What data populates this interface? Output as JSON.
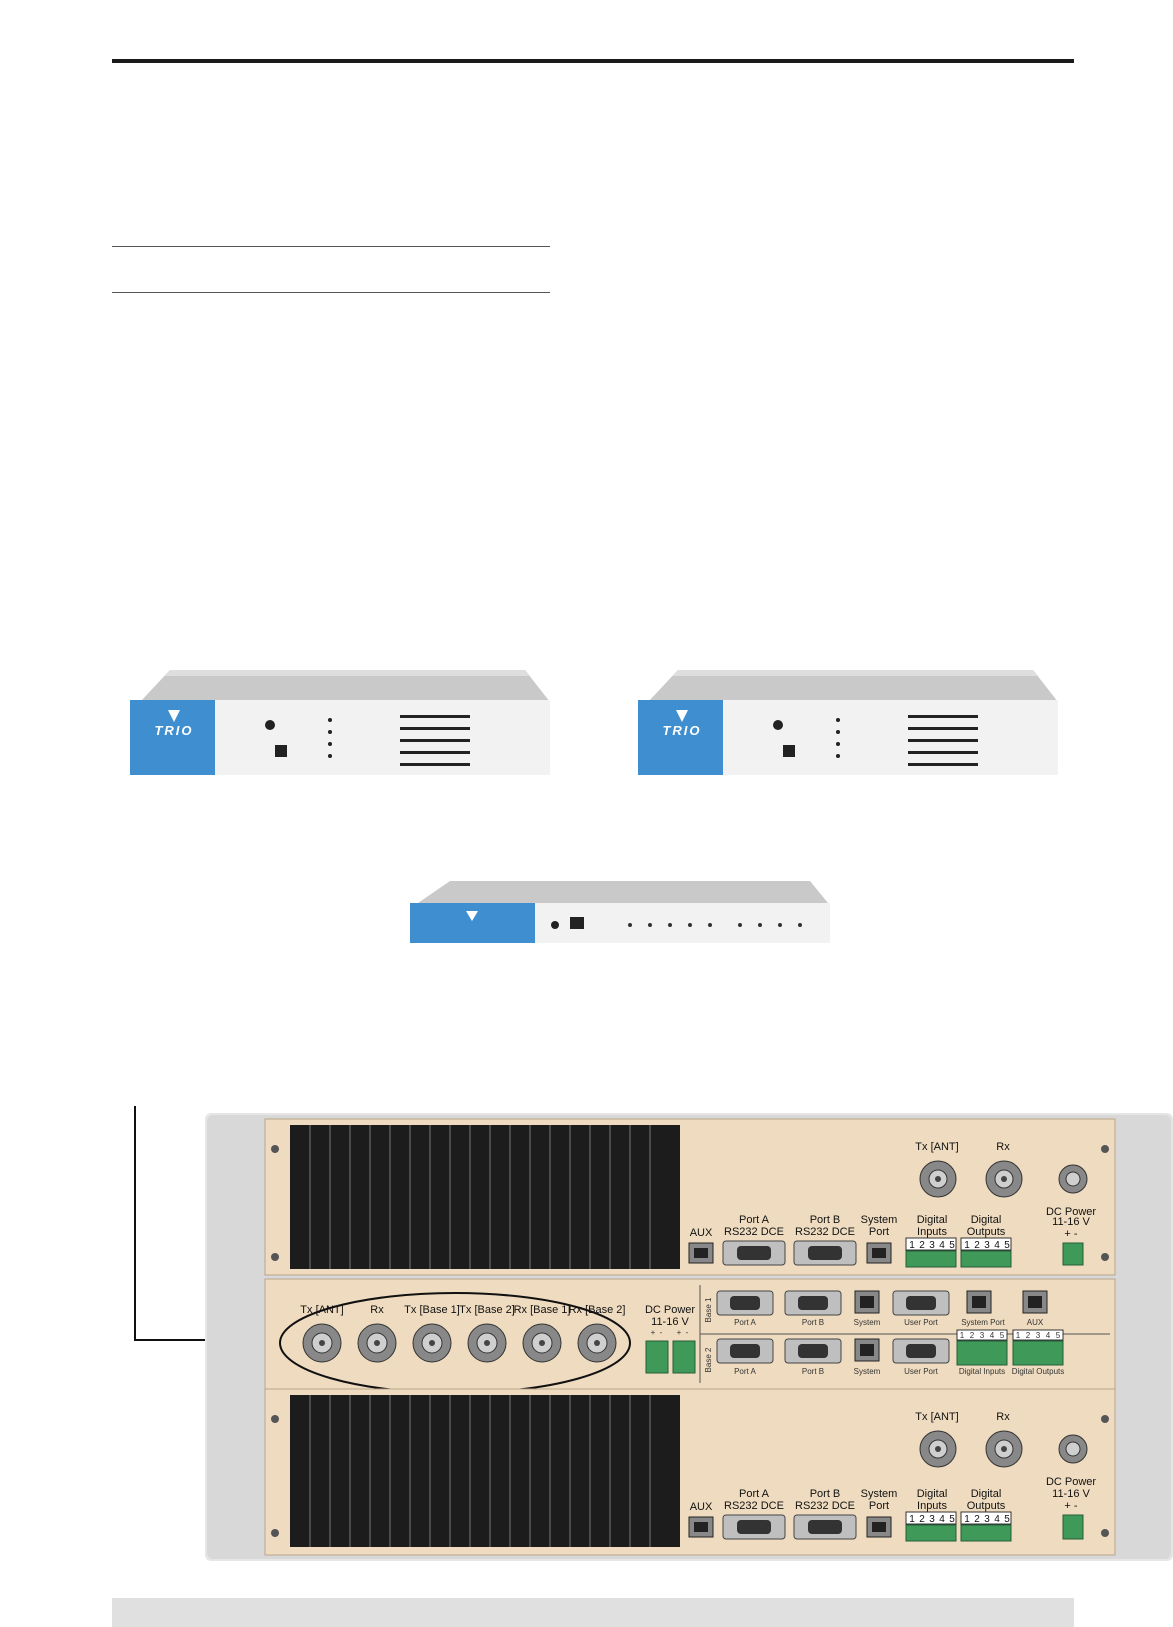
{
  "radio_top_rear": {
    "tx_ant": "Tx [ANT]",
    "rx": "Rx",
    "aux": "AUX",
    "port_a": [
      "Port A",
      "RS232 DCE"
    ],
    "port_b": [
      "Port B",
      "RS232 DCE"
    ],
    "system_port": [
      "System",
      "Port"
    ],
    "digital_inputs": [
      "Digital",
      "Inputs"
    ],
    "digital_outputs": [
      "Digital",
      "Outputs"
    ],
    "dc_power": [
      "DC Power",
      "11-16 V",
      "+ -"
    ],
    "pins": [
      "1",
      "2",
      "3",
      "4",
      "5"
    ]
  },
  "switcher_rear": {
    "rf_labels": [
      "Tx [ANT]",
      "Rx",
      "Tx [Base 1]",
      "Tx [Base 2]",
      "Rx [Base 1]",
      "Rx [Base 2]"
    ],
    "dc_power": [
      "DC Power",
      "11-16 V"
    ],
    "polarity": [
      "+",
      "-",
      "+",
      "-"
    ],
    "base1": "Base 1",
    "base2": "Base 2",
    "port_a": "Port A",
    "port_b": "Port B",
    "system": "System",
    "user_port": "User Port",
    "system_port": "System Port",
    "aux": "AUX",
    "digital_inputs": "Digital Inputs",
    "digital_outputs": "Digital Outputs",
    "pins": [
      "1",
      "2",
      "3",
      "4",
      "5"
    ]
  },
  "front_units": {
    "logo": "TRIO"
  },
  "colors": {
    "panel_face": "#efdcc0",
    "rack_grey": "#dcdcdc",
    "heatsink": "#1c1c1c",
    "terminal_green": "#3f9a5a",
    "front_blue": "#3f8fd0"
  }
}
